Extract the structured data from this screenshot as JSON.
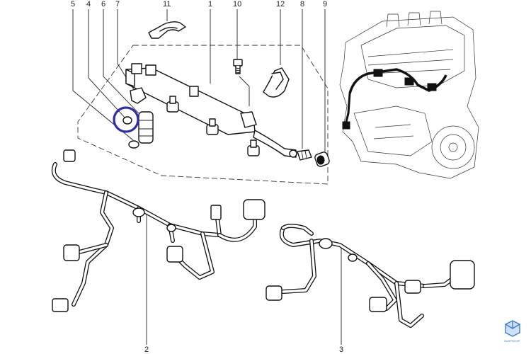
{
  "diagram": {
    "callouts": [
      {
        "id": "c5",
        "text": "5"
      },
      {
        "id": "c4",
        "text": "4"
      },
      {
        "id": "c6",
        "text": "6"
      },
      {
        "id": "c7",
        "text": "7"
      },
      {
        "id": "c11",
        "text": "11"
      },
      {
        "id": "c1",
        "text": "1"
      },
      {
        "id": "c10",
        "text": "10"
      },
      {
        "id": "c12",
        "text": "12"
      },
      {
        "id": "c8",
        "text": "8"
      },
      {
        "id": "c9",
        "text": "9"
      },
      {
        "id": "c2",
        "text": "2"
      },
      {
        "id": "c3",
        "text": "3"
      }
    ],
    "highlight_color": "#2b2bb5",
    "line_color": "#222222",
    "logo": {
      "icon": "cube-logo-icon",
      "text": "SUSPSHOP"
    }
  }
}
